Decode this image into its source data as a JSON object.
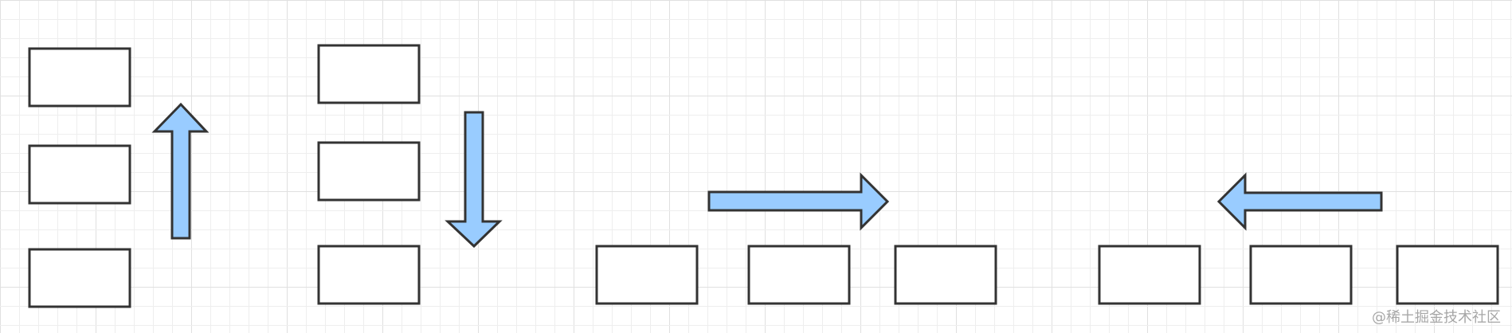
{
  "diagram": {
    "box_stroke": "#333333",
    "box_fill": "#ffffff",
    "arrow_fill": "#99ccff",
    "arrow_stroke": "#333333",
    "grid_minor": "#eeeeee",
    "grid_major": "#e0e0e0",
    "groups": [
      {
        "layout": "vertical-stack",
        "boxes": 3,
        "arrow": "up"
      },
      {
        "layout": "vertical-stack",
        "boxes": 3,
        "arrow": "down"
      },
      {
        "layout": "horizontal-row",
        "boxes": 3,
        "arrow": "right"
      },
      {
        "layout": "horizontal-row",
        "boxes": 3,
        "arrow": "left"
      }
    ]
  },
  "watermark": {
    "text": "@稀土掘金技术社区"
  }
}
